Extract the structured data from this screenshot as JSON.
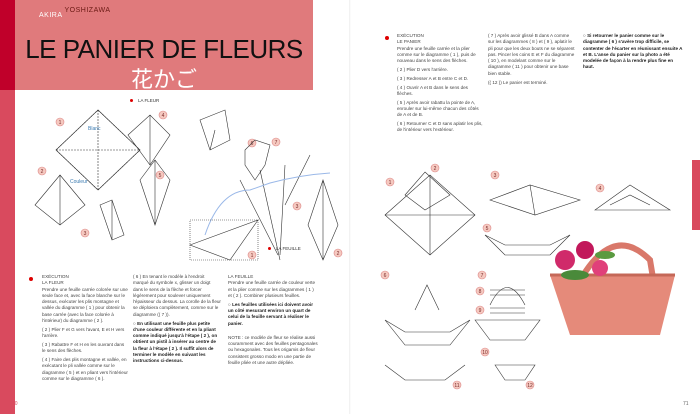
{
  "header": {
    "author_first": "AKIRA",
    "author_last": "YOSHIZAWA",
    "title": "LE PANIER DE FLEURS",
    "title_japanese": "花かご"
  },
  "labels": {
    "la_fleur": "LA FLEUR",
    "la_feuille": "LA FEUILLE",
    "blanc": "Blanc",
    "couleur": "Couleur"
  },
  "left_page": {
    "col1": [
      "EXÉCUTION",
      "LA FLEUR",
      "Prendre une feuille carrée colorée sur une seule face et, avec la face blanche sur le dessus, exécuter les plis montagne et vallée du diagramme ( 1 ) pour obtenir la base carrée (avec la face colorée à l'intérieur) du diagramme ( 2 ).",
      "( 2 ) Plier F et G vers l'avant, E et H vers l'arrière.",
      "( 3 ) Rabattre F et H en les ouvrant dans le sens des flèches.",
      "( 4 ) Faire des plis montagne et vallée, en exécutant le pli vallée comme sur le diagramme ( 5 ) et en pliant vers l'intérieur comme sur le diagramme ( 6 )."
    ],
    "col2": [
      "( 6 ) En tenant le modèle à l'endroit marqué du symbole x, glisser un doigt dans le sens de la flèche et forcer légèrement pour soulever uniquement l'épaisseur du dessus. La corolle de la fleur se déploiera complètement, comme sur le diagramme (( 7 )).",
      "En utilisant une feuille plus petite d'une couleur différente et en la pliant comme indiqué jusqu'à l'étape ( 2 ), on obtient un pistil à insérer au centre de la fleur à l'étape ( 2 ). Il suffit alors de terminer le modèle en suivant les instructions ci-dessus."
    ],
    "col3": [
      "LA FEUILLE",
      "Prendre une feuille carrée de couleur verte et la plier comme sur les diagrammes ( 1 ) et ( 2 ). Combiner plusieurs feuilles.",
      "Les feuilles utilisées ici doivent avoir un côté mesurant environ un quart de celui de la feuille servant à réaliser le panier.",
      "NOTE : ce modèle de fleur se réalise aussi couramment avec des feuilles pentagonales ou hexagonales. Tous les origamis de fleur consistent grosso modo en une partie de feuille pliée et une autre dépliée."
    ],
    "page_number": "70"
  },
  "right_page": {
    "col1": [
      "EXÉCUTION",
      "LE PANIER",
      "Prendre une feuille carrée et la plier comme sur le diagramme ( 1 ), puis de nouveau dans le sens des flèches.",
      "( 2 ) Plier D vers l'arrière.",
      "( 3 ) Redresser A et B entre C et D.",
      "( 4 ) Ouvrir A et B dans le sens des flèches.",
      "( 5 ) Après avoir rabattu la pointe de A, enrouler sur lui-même chacun des côtés de A et de B.",
      "( 6 ) Retourner C et D sans aplatir les plis, de l'intérieur vers l'extérieur."
    ],
    "col2": [
      "( 7 ) Après avoir glissé B dans A comme sur les diagrammes ( 8 ) et ( 9 ), aplatir le pli pour que les deux bouts ne se séparent pas. Pincer les coins E et F du diagramme ( 10 ), en modelant comme sur le diagramme ( 11 ) pour obtenir une base bien stable.",
      "(( 12 )) Le panier est terminé."
    ],
    "col3": [
      "Si retourner le panier comme sur le diagramme ( 6 ) s'avère trop difficile, se contenter de l'écarter en réunissant ensuite A et B. L'anse du panier sur la photo a été modelée de façon à la rendre plus fine en haut."
    ],
    "page_number": "71"
  },
  "diagram_numbers": {
    "flower": [
      "1",
      "2",
      "3",
      "4",
      "5",
      "6",
      "7"
    ],
    "leaf": [
      "1",
      "2",
      "3"
    ],
    "basket": [
      "1",
      "2",
      "3",
      "4",
      "5",
      "6",
      "7",
      "8",
      "9",
      "10",
      "11",
      "12"
    ]
  },
  "colors": {
    "accent_red": "#c0002a",
    "header_pink": "#e07a7c",
    "step_circle": "#f5c9c0",
    "letter_blue": "#3a7ab0"
  }
}
